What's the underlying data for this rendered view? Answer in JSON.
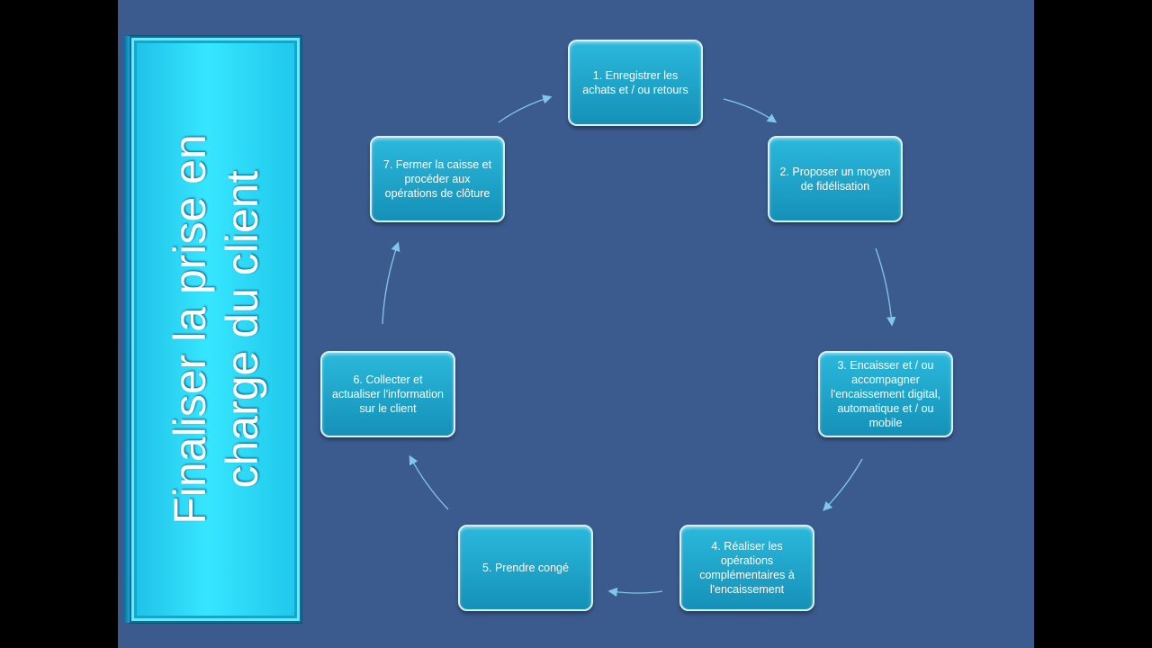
{
  "title": "Finaliser la prise en charge du client",
  "steps": [
    {
      "label": "1. Enregistrer les achats et / ou retours"
    },
    {
      "label": "2. Proposer un moyen de fidélisation"
    },
    {
      "label": "3. Encaisser et / ou accompagner l'encaissement digital, automatique et / ou mobile"
    },
    {
      "label": "4. Réaliser les opérations complémentaires à l'encaissement"
    },
    {
      "label": "5. Prendre congé"
    },
    {
      "label": "6. Collecter et actualiser l'information sur le client"
    },
    {
      "label": "7. Fermer la caisse et procéder aux opérations de clôture"
    }
  ],
  "colors": {
    "slide_background": "#3b5b8e",
    "panel_cyan": "#36e6ff",
    "step_fill": "#1fa3cb",
    "arrow": "#7fc7e8"
  }
}
